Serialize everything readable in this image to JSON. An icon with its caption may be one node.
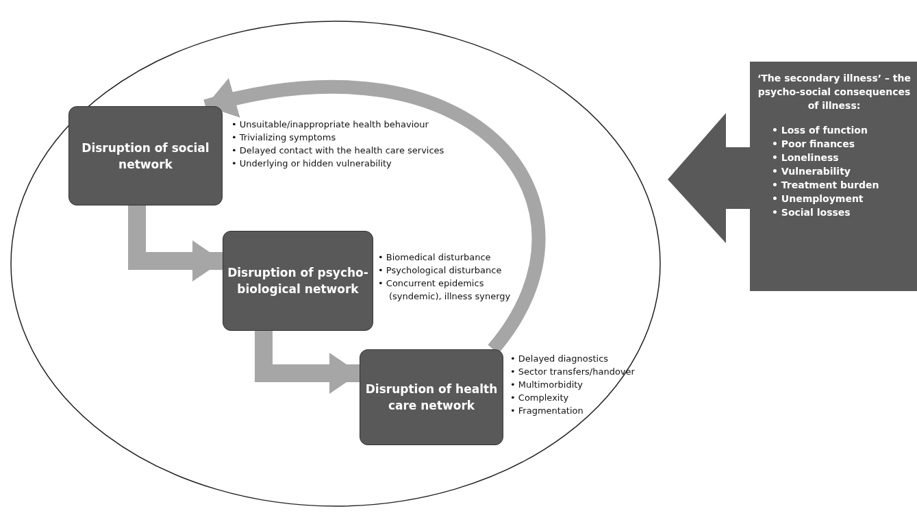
{
  "diagram": {
    "nodes": [
      {
        "text": [],
        "shape": "ellipse"
      },
      {
        "text": [
          "Disruption of social network"
        ],
        "in": 0,
        "beside": [
          "• Unsuitable/inappropriate  health behaviour",
          "• Trivializing symptoms",
          "• Delayed contact with the health care services",
          "• Underlying or hidden vulnerability"
        ]
      },
      {
        "text": [
          "Disruption of psycho-biological network"
        ],
        "in": 0,
        "beside": [
          "• Biomedical disturbance",
          "• Psychological disturbance",
          "• Concurrent epidemics (syndemic), illness synergy"
        ]
      },
      {
        "text": [
          "Disruption of health care network"
        ],
        "in": 0,
        "beside": [
          "• Delayed diagnostics",
          "• Sector transfers/handover",
          "• Multimorbidity",
          "• Complexity",
          "• Fragmentation"
        ]
      },
      {
        "text": [
          "‘The secondary illness’ – the psycho-social consequences of illness:",
          "• Loss of function",
          "• Poor finances",
          "• Loneliness",
          "• Vulnerability",
          "• Treatment burden",
          "• Unemployment",
          "• Social losses"
        ]
      }
    ],
    "edges": [
      {
        "from": 1,
        "to": 2,
        "arrow": "to"
      },
      {
        "from": 2,
        "to": 3,
        "arrow": "to"
      },
      {
        "from": 3,
        "to": 1,
        "arrow": "to"
      }
    ]
  }
}
